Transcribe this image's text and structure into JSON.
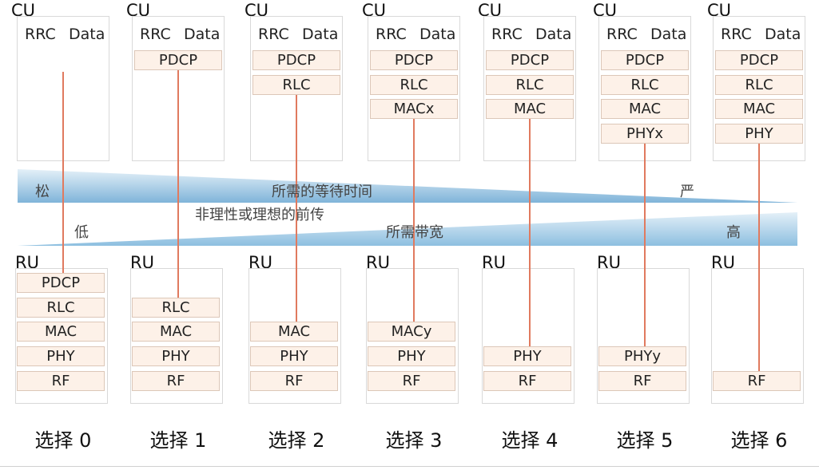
{
  "unit_labels": {
    "cu": "CU",
    "ru": "RU"
  },
  "cu_header": {
    "rrc": "RRC",
    "data": "Data"
  },
  "options": [
    {
      "label": "选择 0",
      "cu_layers": [],
      "ru_layers": [
        "PDCP",
        "RLC",
        "MAC",
        "PHY",
        "RF"
      ]
    },
    {
      "label": "选择 1",
      "cu_layers": [
        "PDCP"
      ],
      "ru_layers": [
        "RLC",
        "MAC",
        "PHY",
        "RF"
      ]
    },
    {
      "label": "选择 2",
      "cu_layers": [
        "PDCP",
        "RLC"
      ],
      "ru_layers": [
        "MAC",
        "PHY",
        "RF"
      ]
    },
    {
      "label": "选择 3",
      "cu_layers": [
        "PDCP",
        "RLC",
        "MACx"
      ],
      "ru_layers": [
        "MACy",
        "PHY",
        "RF"
      ]
    },
    {
      "label": "选择 4",
      "cu_layers": [
        "PDCP",
        "RLC",
        "MAC"
      ],
      "ru_layers": [
        "PHY",
        "RF"
      ]
    },
    {
      "label": "选择 5",
      "cu_layers": [
        "PDCP",
        "RLC",
        "MAC",
        "PHYx"
      ],
      "ru_layers": [
        "PHYy",
        "RF"
      ]
    },
    {
      "label": "选择 6",
      "cu_layers": [
        "PDCP",
        "RLC",
        "MAC",
        "PHY"
      ],
      "ru_layers": [
        "RF"
      ]
    }
  ],
  "latency_band": {
    "left": "松",
    "center": "所需的等待时间",
    "right": "严"
  },
  "middle_note": "非理性或理想的前传",
  "bandwidth_band": {
    "left": "低",
    "center": "所需带宽",
    "right": "高"
  },
  "colors": {
    "layer_fill": "#fdf1e8",
    "layer_border": "#dcc7b8",
    "link_line": "#e07a5f",
    "band_dark": "#7fb4d9",
    "band_light": "#e4f0f8"
  }
}
